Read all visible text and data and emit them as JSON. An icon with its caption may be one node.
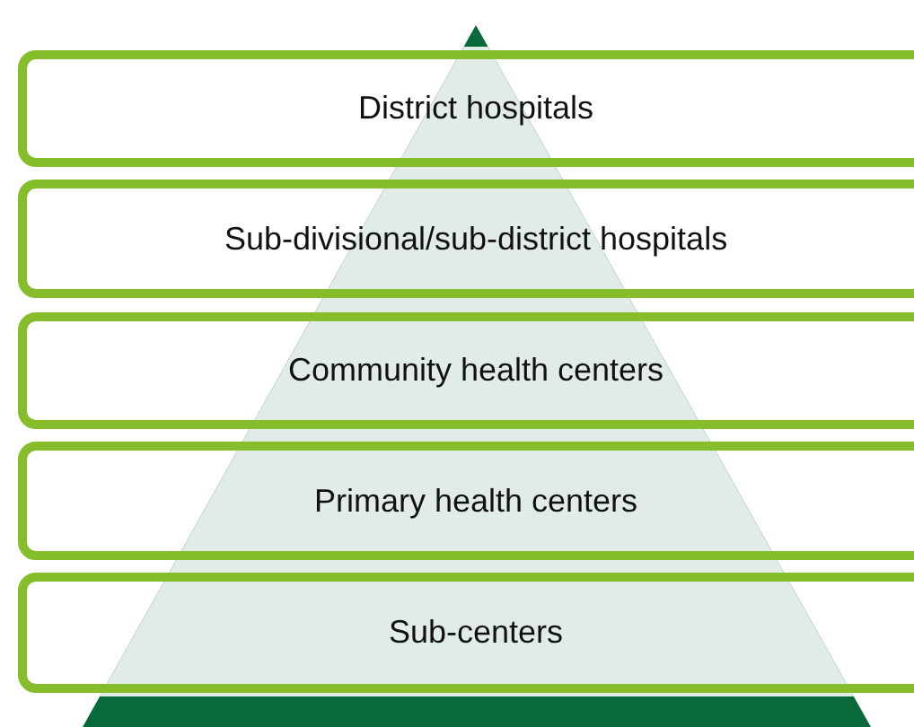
{
  "diagram": {
    "nodes": [
      {
        "text": [
          "District hospitals"
        ]
      },
      {
        "text": [
          "Sub-divisional/sub-district hospitals"
        ]
      },
      {
        "text": [
          "Community health centers"
        ]
      },
      {
        "text": [
          "Primary health centers"
        ]
      },
      {
        "text": [
          "Sub-centers"
        ]
      }
    ]
  }
}
